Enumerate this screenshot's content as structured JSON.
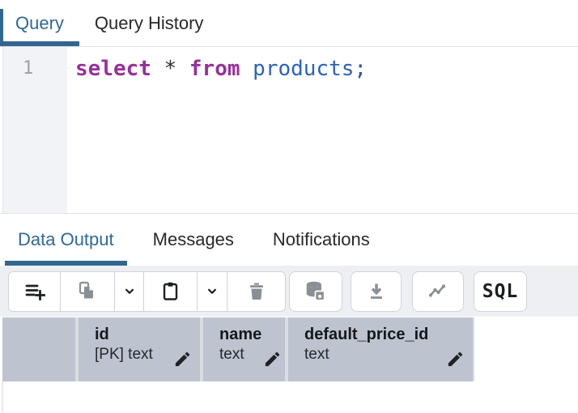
{
  "colors": {
    "accent": "#326690",
    "active_tab_text": "#2f6997",
    "keyword": "#97309a",
    "identifier": "#2d62ba",
    "toolbar_bg": "#edeff3",
    "grid_header_bg": "#bdc4cf",
    "enabled_icon": "#1d2023",
    "disabled_icon": "#8a8f95"
  },
  "top_tabs": {
    "query": "Query",
    "query_history": "Query History"
  },
  "editor": {
    "line_number": "1",
    "tokens": [
      "select",
      " ",
      "*",
      " ",
      "from",
      " ",
      "products",
      ";"
    ]
  },
  "output_tabs": {
    "data_output": "Data Output",
    "messages": "Messages",
    "notifications": "Notifications"
  },
  "toolbar": {
    "icons": [
      {
        "name": "add-row-icon",
        "enabled": true
      },
      {
        "name": "copy-icon",
        "enabled": false
      },
      {
        "name": "copy-dropdown-chevron-icon",
        "enabled": true
      },
      {
        "name": "paste-icon",
        "enabled": true
      },
      {
        "name": "paste-dropdown-chevron-icon",
        "enabled": true
      },
      {
        "name": "delete-icon",
        "enabled": false
      },
      {
        "name": "save-data-icon",
        "enabled": false
      },
      {
        "name": "download-icon",
        "enabled": false
      },
      {
        "name": "graph-visualiser-icon",
        "enabled": false
      }
    ],
    "sql_label": "SQL"
  },
  "grid": {
    "columns": [
      {
        "name": "id",
        "type": "[PK] text"
      },
      {
        "name": "name",
        "type": "text"
      },
      {
        "name": "default_price_id",
        "type": "text"
      }
    ]
  }
}
